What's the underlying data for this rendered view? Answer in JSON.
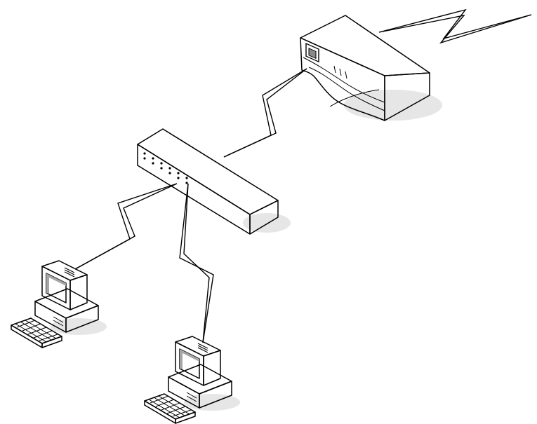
{
  "diagram": {
    "nodes": [
      {
        "id": "router",
        "icon": "router-icon"
      },
      {
        "id": "hub",
        "icon": "network-hub-icon"
      },
      {
        "id": "computer-1",
        "icon": "desktop-computer-icon"
      },
      {
        "id": "computer-2",
        "icon": "desktop-computer-icon"
      }
    ],
    "links": [
      {
        "from": "router",
        "to": "external",
        "style": "wireless-lightning"
      },
      {
        "from": "router",
        "to": "hub",
        "style": "wireless-lightning"
      },
      {
        "from": "hub",
        "to": "computer-1",
        "style": "wireless-lightning"
      },
      {
        "from": "hub",
        "to": "computer-2",
        "style": "wireless-lightning"
      }
    ],
    "colors": {
      "top_face": "#f4f4f4",
      "front_face": "#ffffff",
      "side_face": "#a6a6a6",
      "shadow": "#e6e6e6",
      "outline": "#000000"
    }
  }
}
